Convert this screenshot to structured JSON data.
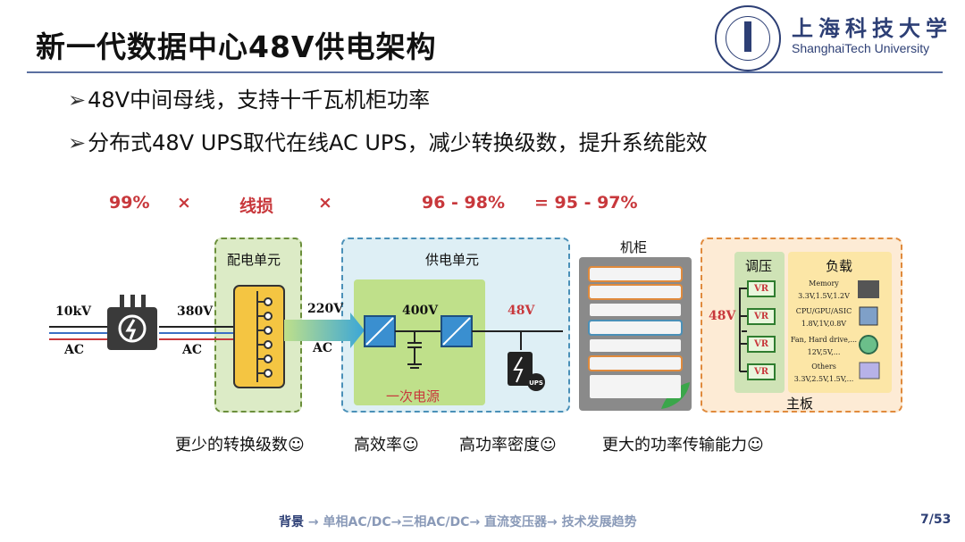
{
  "header": {
    "title": "新一代数据中心48V供电架构",
    "logo_cn": "上海科技大学",
    "logo_en": "ShanghaiTech University"
  },
  "bullets": [
    "48V中间母线，支持十千瓦机柜功率",
    "分布式48V UPS取代在线AC UPS，减少转换级数，提升系统能效"
  ],
  "equation": {
    "a": "99%",
    "op1": "×",
    "b": "线损",
    "op2": "×",
    "c": "96 - 98%",
    "result": "= 95 - 97%"
  },
  "diagram": {
    "grid_voltage": "10kV",
    "grid_type": "AC",
    "v380": "380V",
    "v380_type": "AC",
    "dist_label": "配电单元",
    "v220": "220V",
    "v220_type": "AC",
    "supply_label": "供电单元",
    "v400": "400V",
    "v48": "48V",
    "primary_label": "一次电源",
    "ups_label": "UPS",
    "rack_label": "机柜",
    "board_v48": "48V",
    "reg_label": "调压",
    "load_label": "负载",
    "board_label": "主板",
    "vr_label": "VR",
    "loads": [
      {
        "name": "Memory",
        "volt": "3.3V,1.5V,1.2V"
      },
      {
        "name": "CPU/GPU/ASIC",
        "volt": "1.8V,1V,0.8V"
      },
      {
        "name": "Fan, Hard drive,...",
        "volt": "12V,5V,..."
      },
      {
        "name": "Others",
        "volt": "3.3V,2.5V,1.5V,..."
      }
    ]
  },
  "benefits": [
    "更少的转换级数☺",
    "高效率☺",
    "高功率密度☺",
    "更大的功率传输能力☺"
  ],
  "footer": {
    "current": "背景",
    "rest": " → 单相AC/DC→三相AC/DC→ 直流变压器→ 技术发展趋势",
    "page": "7/53"
  }
}
